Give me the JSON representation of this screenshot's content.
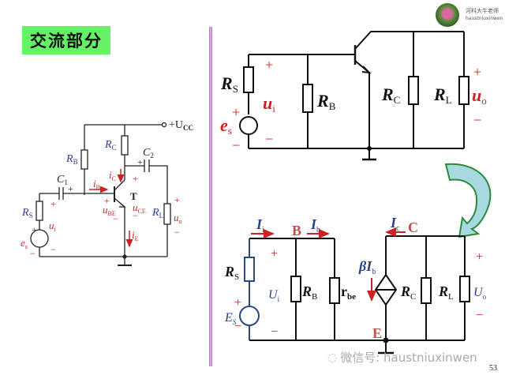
{
  "slide": {
    "title": "交流部分",
    "page_number": "53",
    "logo": {
      "line1": "河科大牛老师",
      "line2": "haustniuxinwen"
    },
    "watermark": "微信号: haustniuxinwen",
    "colors": {
      "title_bg": "#66f266",
      "wire": "#000000",
      "red_label": "#cc2222",
      "blue_label": "#2a3e8c",
      "node_label": "#c0504d",
      "divider": "#d9a0e0",
      "arrow_fill": "#a8d8e0",
      "arrow_stroke": "#2a8a3a"
    }
  },
  "circuit_full": {
    "supply": "+U",
    "supply_sub": "CC",
    "RB": "R",
    "RB_sub": "B",
    "RC": "R",
    "RC_sub": "C",
    "C1": "C",
    "C1_sub": "1",
    "C2": "C",
    "C2_sub": "2",
    "RS": "R",
    "RS_sub": "S",
    "RL": "R",
    "RL_sub": "L",
    "T": "T",
    "es": "e",
    "es_sub": "s",
    "ui": "u",
    "ui_sub": "i",
    "uo": "u",
    "uo_sub": "o",
    "iB": "i",
    "iB_sub": "B",
    "iC": "i",
    "iC_sub": "C",
    "iE": "i",
    "iE_sub": "E",
    "uBE": "u",
    "uBE_sub": "BE",
    "uCE": "u",
    "uCE_sub": "CE",
    "plus": "+",
    "minus": "−"
  },
  "circuit_ac": {
    "RS": "R",
    "RS_sub": "S",
    "RB": "R",
    "RB_sub": "B",
    "RC": "R",
    "RC_sub": "C",
    "RL": "R",
    "RL_sub": "L",
    "es": "e",
    "es_sub": "s",
    "ui": "u",
    "ui_sub": "i",
    "uo": "u",
    "uo_sub": "o"
  },
  "circuit_small_signal": {
    "RS": "R",
    "RS_sub": "S",
    "RB": "R",
    "RB_sub": "B",
    "rbe": "r",
    "rbe_sub": "be",
    "RC": "R",
    "RC_sub": "C",
    "RL": "R",
    "RL_sub": "L",
    "Es": "E",
    "Es_sub": "S",
    "Ui": "U",
    "Ui_sub": "i",
    "Uo": "U",
    "Uo_sub": "o",
    "Ii": "I",
    "Ii_sub": "i",
    "Ib": "I",
    "Ib_sub": "b",
    "Ic": "I",
    "Ic_sub": "c",
    "beta_Ib": "βI",
    "beta_Ib_sub": "b",
    "node_B": "B",
    "node_C": "C",
    "node_E": "E",
    "dot": "·"
  }
}
